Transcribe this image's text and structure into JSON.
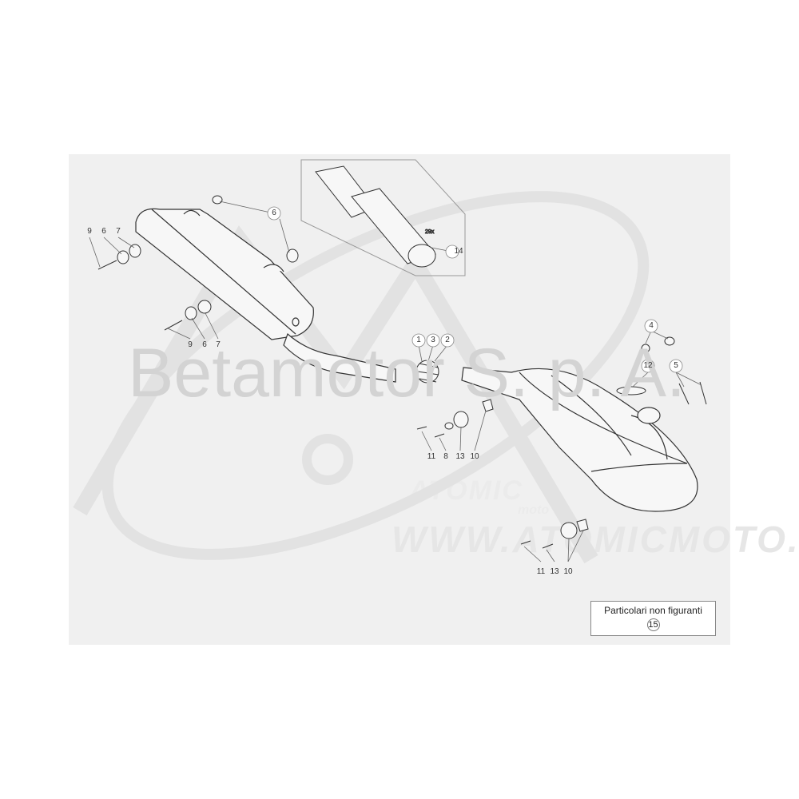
{
  "watermark": {
    "brand": "Betamotor S. p. A.",
    "logo": "ATOMIC",
    "logo_sub": "moto",
    "url": "WWW.ATOMICMOTO.FI"
  },
  "legend": {
    "title": "Particolari non figuranti",
    "number": "15"
  },
  "callouts": {
    "c9a": "9",
    "c6a": "6",
    "c7a": "7",
    "c6b": "6",
    "c9b": "9",
    "c6c": "6",
    "c7b": "7",
    "c14": "14",
    "c1": "1",
    "c3": "3",
    "c2": "2",
    "c11a": "11",
    "c8": "8",
    "c13a": "13",
    "c10a": "10",
    "c4": "4",
    "c12": "12",
    "c5": "5",
    "c11b": "11",
    "c13b": "13",
    "c10b": "10"
  },
  "colors": {
    "panel": "#f0f0f0",
    "line": "#333333",
    "watermark": "#d3d3d3"
  }
}
